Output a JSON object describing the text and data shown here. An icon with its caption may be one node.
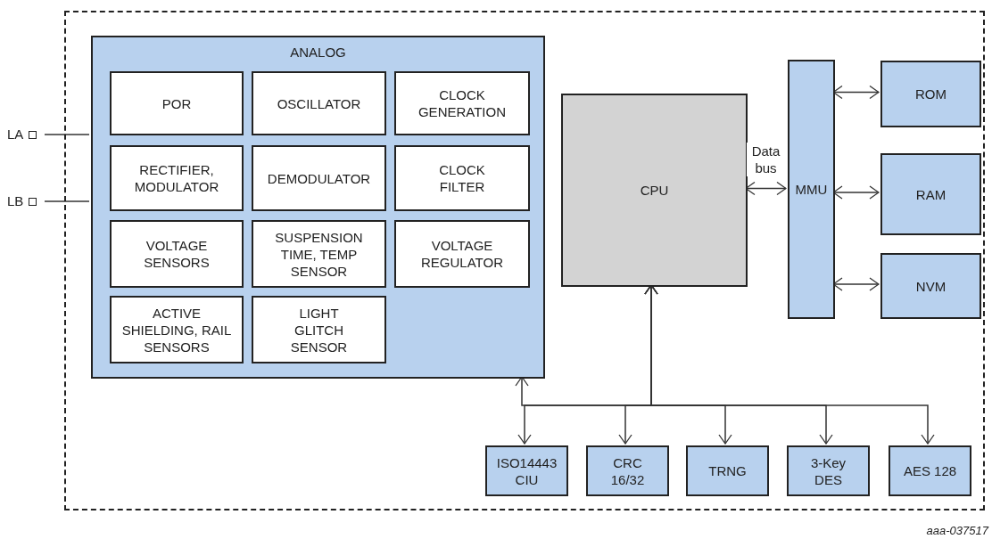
{
  "diagram": {
    "nodes": [
      {
        "text": [],
        "shape": "box"
      },
      {
        "text": [
          "ANALOG"
        ],
        "in": 0
      },
      {
        "text": [
          "POR"
        ],
        "in": 1
      },
      {
        "text": [
          "OSCILLATOR"
        ],
        "in": 1
      },
      {
        "text": [
          "CLOCK GENERATION"
        ],
        "in": 1
      },
      {
        "text": [
          "RECTIFIER, MODULATOR"
        ],
        "in": 1
      },
      {
        "text": [
          "DEMODULATOR"
        ],
        "in": 1
      },
      {
        "text": [
          "CLOCK FILTER"
        ],
        "in": 1
      },
      {
        "text": [
          "VOLTAGE SENSORS"
        ],
        "in": 1
      },
      {
        "text": [
          "SUSPENSION TIME, TEMP SENSOR"
        ],
        "in": 1
      },
      {
        "text": [
          "VOLTAGE REGULATOR"
        ],
        "in": 1
      },
      {
        "text": [
          "ACTIVE SHIELDING, RAIL SENSORS"
        ],
        "in": 1
      },
      {
        "text": [
          "LIGHT GLITCH SENSOR"
        ],
        "in": 1
      },
      {
        "text": [
          "CPU"
        ],
        "in": 0
      },
      {
        "text": [
          "MMU"
        ],
        "in": 0
      },
      {
        "text": [
          "ROM"
        ],
        "in": 0
      },
      {
        "text": [
          "RAM"
        ],
        "in": 0
      },
      {
        "text": [
          "NVM"
        ],
        "in": 0
      },
      {
        "text": [
          "ISO14443 CIU"
        ],
        "in": 0
      },
      {
        "text": [
          "CRC 16/32"
        ],
        "in": 0
      },
      {
        "text": [
          "TRNG"
        ],
        "in": 0
      },
      {
        "text": [
          "3-Key DES"
        ],
        "in": 0
      },
      {
        "text": [
          "AES 128"
        ],
        "in": 0
      },
      {
        "text": [
          "LA"
        ]
      },
      {
        "text": [
          "LB"
        ]
      }
    ],
    "edges": [
      {
        "from": 23,
        "to": 1,
        "arrow": "none"
      },
      {
        "from": 24,
        "to": 1,
        "arrow": "none"
      },
      {
        "from": 13,
        "to": 14,
        "arrow": "both",
        "label": "Data bus"
      },
      {
        "from": 14,
        "to": 15,
        "arrow": "both"
      },
      {
        "from": 14,
        "to": 16,
        "arrow": "both"
      },
      {
        "from": 14,
        "to": 17,
        "arrow": "both"
      },
      {
        "from": 13,
        "to": 1,
        "arrow": "both"
      },
      {
        "from": 13,
        "to": 18,
        "arrow": "both"
      },
      {
        "from": 13,
        "to": 19,
        "arrow": "both"
      },
      {
        "from": 13,
        "to": 20,
        "arrow": "both"
      },
      {
        "from": 13,
        "to": 21,
        "arrow": "both"
      },
      {
        "from": 13,
        "to": 22,
        "arrow": "both"
      }
    ],
    "labels": [
      "aaa-037517"
    ]
  }
}
